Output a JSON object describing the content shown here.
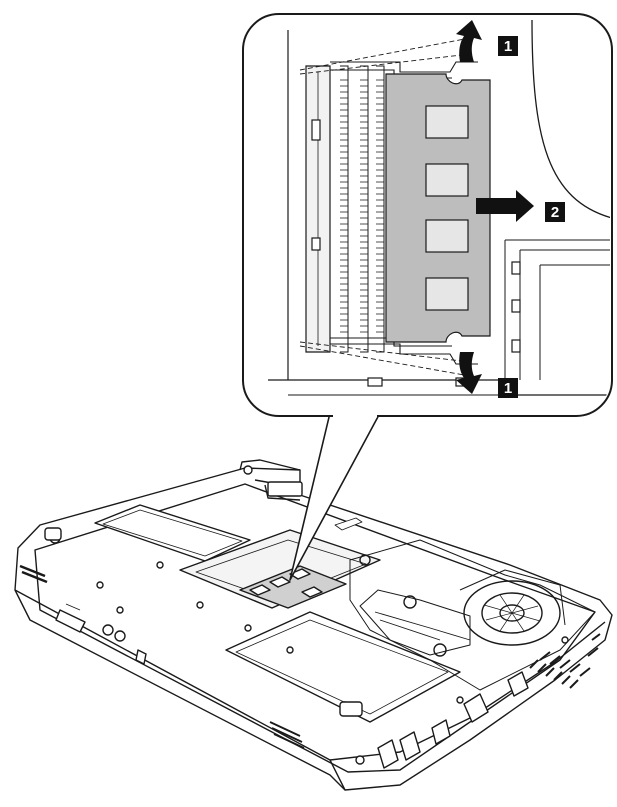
{
  "figure": {
    "callouts": [
      {
        "label": "1",
        "description": "latch-top"
      },
      {
        "label": "2",
        "description": "module-remove"
      },
      {
        "label": "1",
        "description": "latch-bottom"
      }
    ],
    "colors": {
      "line": "#1a1a1a",
      "callout_fill": "#111111",
      "callout_text": "#ffffff",
      "module_fill": "#bdbdbd",
      "chip_fill": "#e6e6e6",
      "panel_fill": "#ececec",
      "background": "#ffffff"
    }
  }
}
